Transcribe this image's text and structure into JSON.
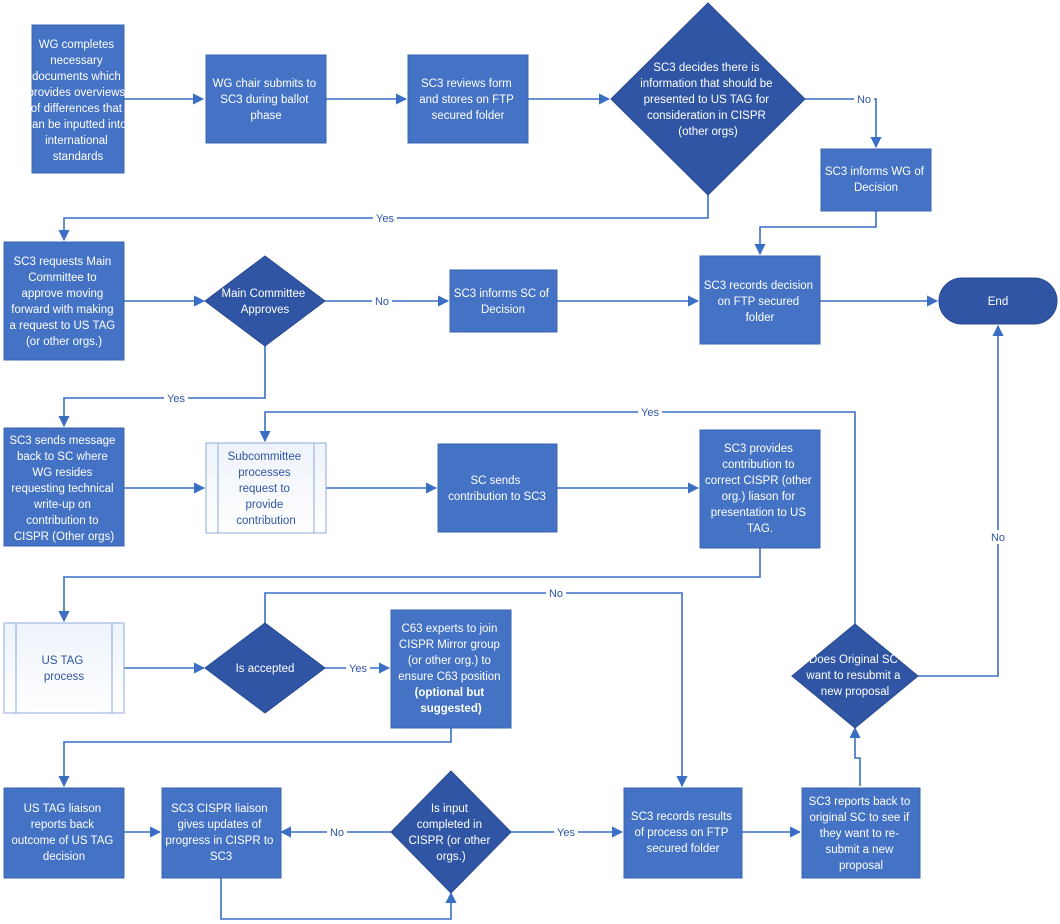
{
  "nodes": {
    "wg_completes": [
      "WG completes",
      "necessary",
      "documents which",
      "provides overviews",
      "of differences that",
      "can be inputted into",
      "international",
      "standards"
    ],
    "wg_chair_submits": [
      "WG chair submits to",
      "SC3 during ballot",
      "phase"
    ],
    "sc3_reviews_form": [
      "SC3 reviews form",
      "and stores on FTP",
      "secured folder"
    ],
    "sc3_decides": [
      "SC3 decides there is",
      "information that should be",
      "presented to US TAG for",
      "consideration in CISPR",
      "(other orgs)"
    ],
    "sc3_informs_wg": [
      "SC3 informs WG of",
      "Decision"
    ],
    "sc3_requests_main": [
      "SC3 requests Main",
      "Committee to",
      "approve moving",
      "forward with making",
      "a request to US TAG",
      "(or other orgs.)"
    ],
    "main_committee_approves": [
      "Main Committee",
      "Approves"
    ],
    "sc3_informs_sc": [
      "SC3 informs SC of",
      "Decision"
    ],
    "sc3_records_decision": [
      "SC3 records decision",
      "on FTP secured",
      "folder"
    ],
    "end": [
      "End"
    ],
    "sc3_sends_message": [
      "SC3 sends message",
      "back to SC where",
      "WG resides",
      "requesting technical",
      "write-up on",
      "contribution to",
      "CISPR (Other orgs)"
    ],
    "subcommittee_processes": [
      "Subcommittee",
      "processes",
      "request to",
      "provide",
      "contribution"
    ],
    "sc_sends_contribution": [
      "SC sends",
      "contribution to SC3"
    ],
    "sc3_provides_contribution": [
      "SC3 provides",
      "contribution to",
      "correct CISPR (other",
      "org.) liason for",
      "presentation to US",
      "TAG."
    ],
    "us_tag_process": [
      "US TAG",
      "process"
    ],
    "is_accepted": [
      "Is accepted"
    ],
    "c63_experts": [
      "C63 experts to join",
      "CISPR Mirror group",
      "(or other org.) to",
      "ensure C63 position"
    ],
    "c63_experts_bold": [
      "(optional but",
      "suggested)"
    ],
    "does_original_sc": [
      "Does Original SC",
      "want to resubmit a",
      "new proposal"
    ],
    "us_tag_liaison": [
      "US TAG liaison",
      "reports back",
      "outcome of US TAG",
      "decision"
    ],
    "sc3_cispr_liaison": [
      "SC3 CISPR liaison",
      "gives updates of",
      "progress in CISPR to",
      "SC3"
    ],
    "is_input_completed": [
      "Is input",
      "completed in",
      "CISPR (or other",
      "orgs.)"
    ],
    "sc3_records_results": [
      "SC3 records results",
      "of process on FTP",
      "secured folder"
    ],
    "sc3_reports_back": [
      "SC3 reports back to",
      "original SC to see if",
      "they want to re-",
      "submit a new",
      "proposal"
    ]
  },
  "edge_labels": {
    "decides_no": "No",
    "decides_yes": "Yes",
    "main_no": "No",
    "main_yes": "Yes",
    "resubmit_yes": "Yes",
    "resubmit_no": "No",
    "accepted_no": "No",
    "accepted_yes": "Yes",
    "input_no": "No",
    "input_yes": "Yes"
  },
  "colors": {
    "box_fill": "#4472c4",
    "box_stroke": "#3b64b0",
    "diamond_fill": "#2f55a4",
    "subprocess_fill": "#ffffff",
    "subprocess_border": "#8eaadb",
    "subprocess_text": "#2f55a4",
    "line": "#3a6fc4"
  }
}
